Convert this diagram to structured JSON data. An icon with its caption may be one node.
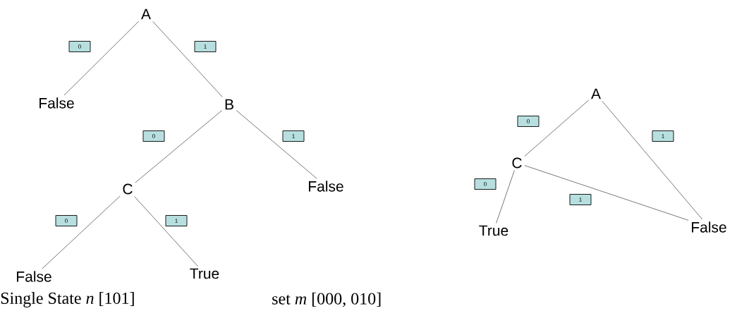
{
  "diagram": {
    "nodes": [
      {
        "text": [
          "A"
        ]
      },
      {
        "text": [
          "False"
        ]
      },
      {
        "text": [
          "B"
        ]
      },
      {
        "text": [
          "C"
        ]
      },
      {
        "text": [
          "False"
        ]
      },
      {
        "text": [
          "False"
        ]
      },
      {
        "text": [
          "True"
        ]
      },
      {
        "text": [
          "A"
        ]
      },
      {
        "text": [
          "C"
        ]
      },
      {
        "text": [
          "True"
        ]
      },
      {
        "text": [
          "False"
        ]
      }
    ],
    "edges": [
      {
        "from": 0,
        "to": 1,
        "arrow": "none",
        "label": "0"
      },
      {
        "from": 0,
        "to": 2,
        "arrow": "none",
        "label": "1"
      },
      {
        "from": 2,
        "to": 3,
        "arrow": "none",
        "label": "0"
      },
      {
        "from": 2,
        "to": 4,
        "arrow": "none",
        "label": "1"
      },
      {
        "from": 3,
        "to": 5,
        "arrow": "none",
        "label": "0"
      },
      {
        "from": 3,
        "to": 6,
        "arrow": "none",
        "label": "1"
      },
      {
        "from": 7,
        "to": 8,
        "arrow": "none",
        "label": "0"
      },
      {
        "from": 7,
        "to": 10,
        "arrow": "none",
        "label": "1"
      },
      {
        "from": 8,
        "to": 9,
        "arrow": "none",
        "label": "0"
      },
      {
        "from": 8,
        "to": 10,
        "arrow": "none",
        "label": "1"
      }
    ],
    "labels": [
      "Single State *n* [101]",
      "set *m* [000, 010]"
    ]
  }
}
